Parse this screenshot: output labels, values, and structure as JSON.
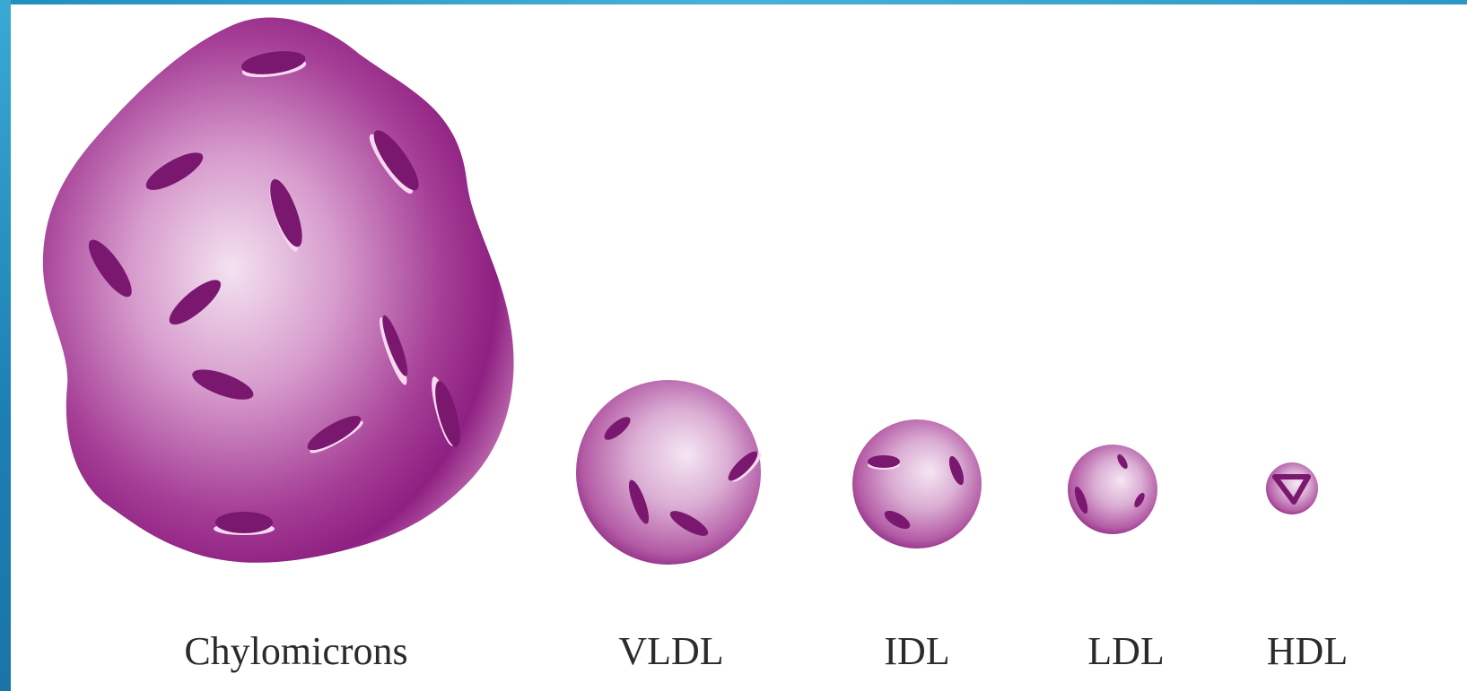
{
  "labels": {
    "chylomicrons": "Chylomicrons",
    "vldl": "VLDL",
    "idl": "IDL",
    "ldl": "LDL",
    "hdl": "HDL"
  },
  "colors": {
    "particle_dark": "#8a1a7c",
    "particle_mid": "#b552a6",
    "particle_light": "#f1dbee",
    "protein": "#6e1365",
    "protein_highlight": "#f6d9f1",
    "frame": "#2a97c6",
    "label_text": "#2b2b2b"
  }
}
